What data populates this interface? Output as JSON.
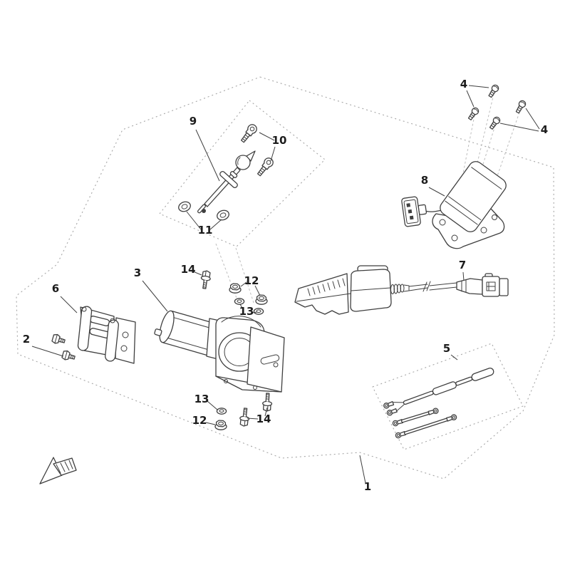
{
  "figure": {
    "kind": "exploded-parts-diagram",
    "background": "#ffffff",
    "ink_color": "#3f3f3f",
    "boundary_color": "#a6a6a6",
    "label_color": "#1c1c1c"
  },
  "icons": {
    "direction_arrow": "front-direction-arrow"
  },
  "callouts": {
    "c1": "1",
    "c2": "2",
    "c3": "3",
    "c4a": "4",
    "c4b": "4",
    "c5": "5",
    "c6": "6",
    "c7": "7",
    "c8": "8",
    "c9": "9",
    "c10": "10",
    "c11": "11",
    "c12a": "12",
    "c12b": "12",
    "c13a": "13",
    "c13b": "13",
    "c14a": "14",
    "c14b": "14"
  }
}
